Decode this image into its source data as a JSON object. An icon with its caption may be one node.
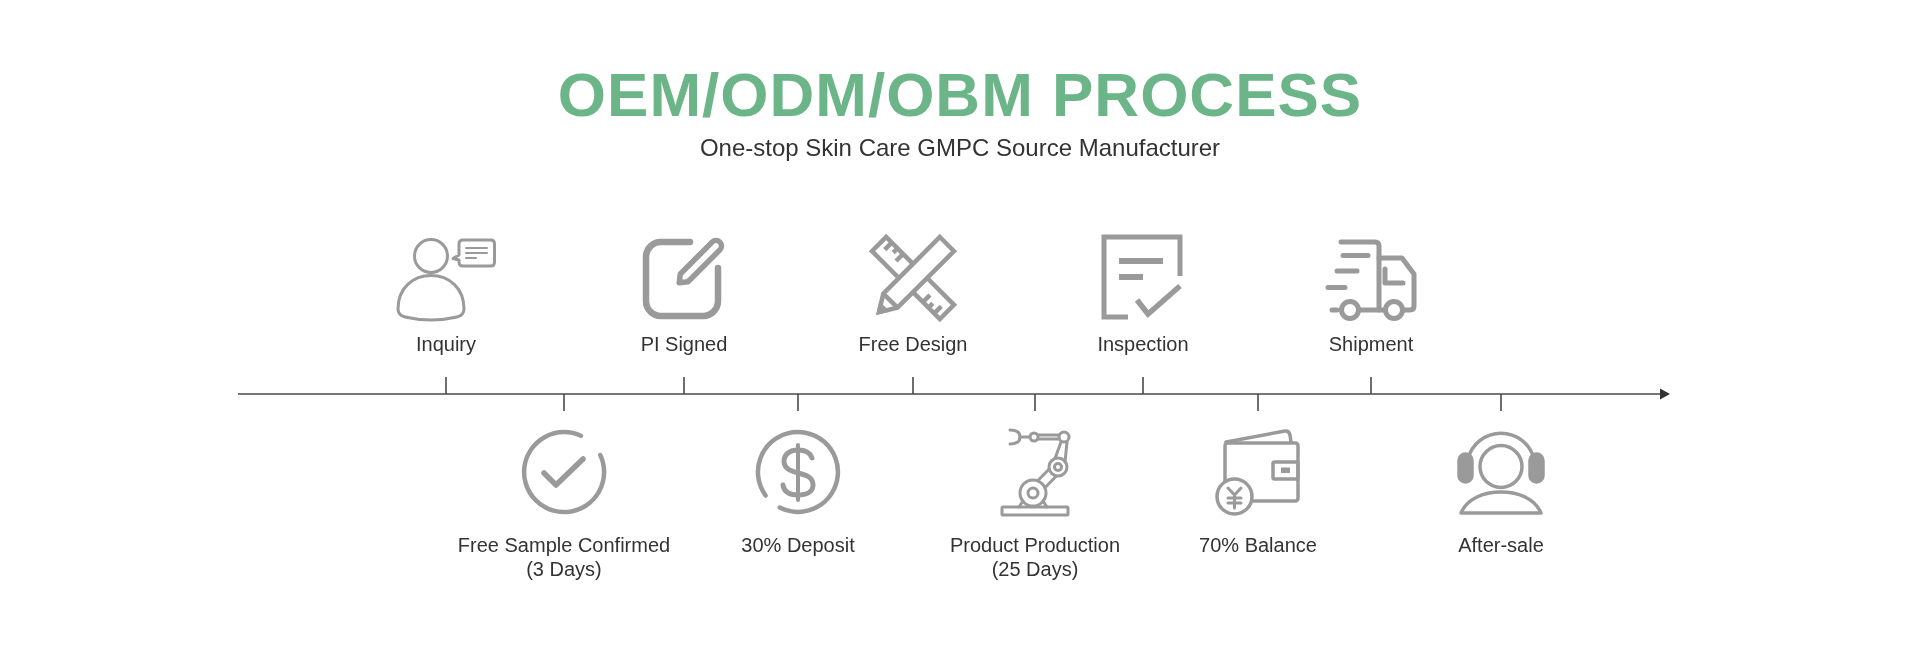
{
  "diagram": {
    "title": "OEM/ODM/OBM PROCESS",
    "nodes": [
      {
        "text": [
          "Inquiry"
        ]
      },
      {
        "text": [
          "Free Sample Confirmed (3 Days)"
        ]
      },
      {
        "text": [
          "PI Signed"
        ]
      },
      {
        "text": [
          "30% Deposit"
        ]
      },
      {
        "text": [
          "Free Design"
        ]
      },
      {
        "text": [
          "Product Production (25 Days)"
        ]
      },
      {
        "text": [
          "Inspection"
        ]
      },
      {
        "text": [
          "70% Balance"
        ]
      },
      {
        "text": [
          "Shipment"
        ]
      },
      {
        "text": [
          "After-sale"
        ]
      }
    ],
    "labels": [
      "One-stop Skin Care GMPC Source Manufacturer"
    ]
  }
}
